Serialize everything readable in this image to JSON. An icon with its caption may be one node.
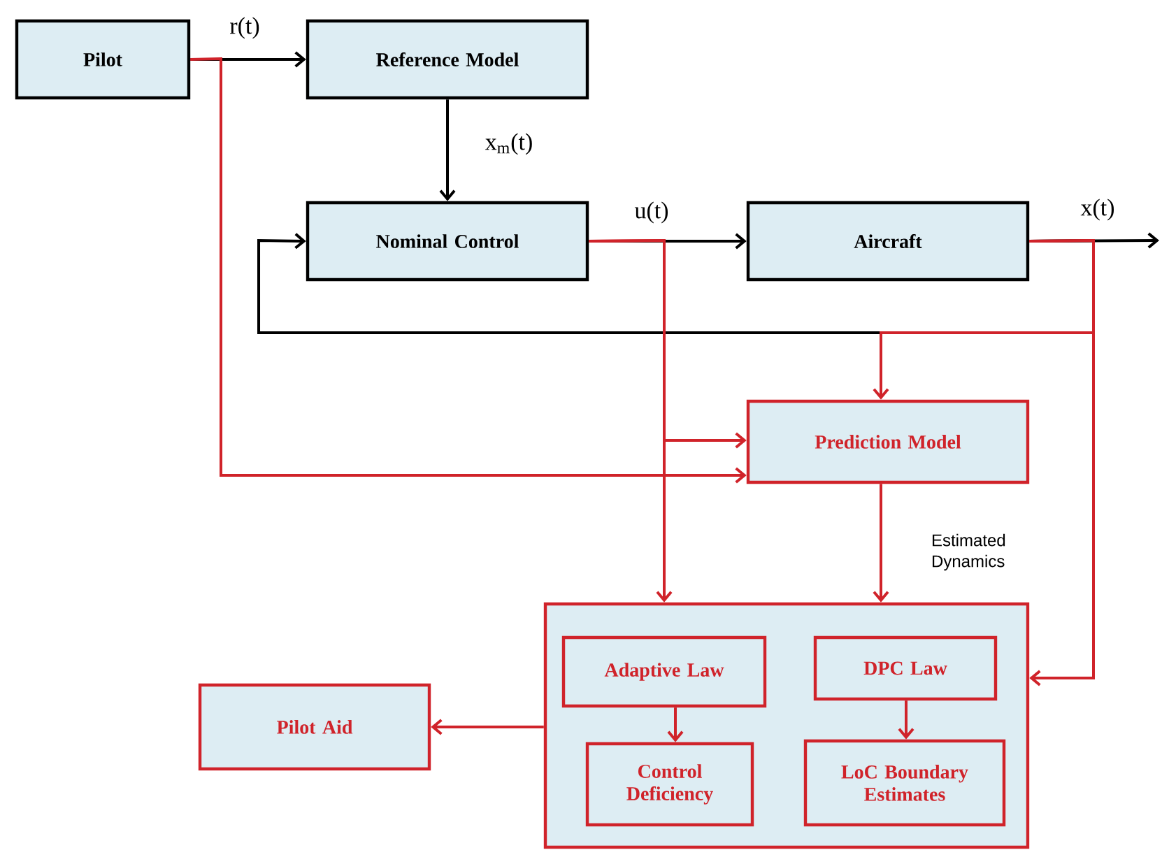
{
  "diagram": {
    "nodes": [
      {
        "text": [
          "Pilot"
        ]
      },
      {
        "text": [
          "Reference Model"
        ]
      },
      {
        "text": [
          "Nominal Control"
        ]
      },
      {
        "text": [
          "Aircraft"
        ]
      },
      {
        "text": [
          "Prediction Model"
        ]
      },
      {
        "text": [],
        "shape": "box"
      },
      {
        "text": [
          "Adaptive Law"
        ],
        "in": 5
      },
      {
        "text": [
          "DPC Law"
        ],
        "in": 5
      },
      {
        "text": [
          "Control Deficiency"
        ],
        "in": 5
      },
      {
        "text": [
          "LoC Boundary Estimates"
        ],
        "in": 5
      },
      {
        "text": [
          "Pilot Aid"
        ]
      }
    ],
    "edges": [
      {
        "from": 0,
        "to": 1,
        "arrow": "to",
        "color": "#000000",
        "label": "r(t)"
      },
      {
        "from": 1,
        "to": 2,
        "arrow": "to",
        "color": "#000000",
        "label": "x$_{m}$(t)"
      },
      {
        "from": 2,
        "to": 3,
        "arrow": "to",
        "color": "#000000",
        "label": "u(t)"
      },
      {
        "from": 3,
        "to": null,
        "arrow": "to",
        "color": "#000000",
        "label": "x(t)"
      },
      {
        "from": 3,
        "to": 2,
        "arrow": "to",
        "color": "#000000"
      },
      {
        "from": 0,
        "to": 4,
        "arrow": "to",
        "color": "#d0232a"
      },
      {
        "from": 2,
        "to": 4,
        "arrow": "to",
        "color": "#d0232a"
      },
      {
        "from": 2,
        "to": 5,
        "arrow": "to",
        "color": "#d0232a"
      },
      {
        "from": 3,
        "to": 4,
        "arrow": "to",
        "color": "#d0232a"
      },
      {
        "from": 3,
        "to": 5,
        "arrow": "to",
        "color": "#d0232a"
      },
      {
        "from": 4,
        "to": 5,
        "arrow": "to",
        "color": "#d0232a",
        "label": "Estimated Dynamics"
      },
      {
        "from": 6,
        "to": 8,
        "arrow": "to",
        "color": "#d0232a"
      },
      {
        "from": 7,
        "to": 9,
        "arrow": "to",
        "color": "#d0232a"
      },
      {
        "from": 5,
        "to": 10,
        "arrow": "to",
        "color": "#d0232a"
      }
    ]
  }
}
